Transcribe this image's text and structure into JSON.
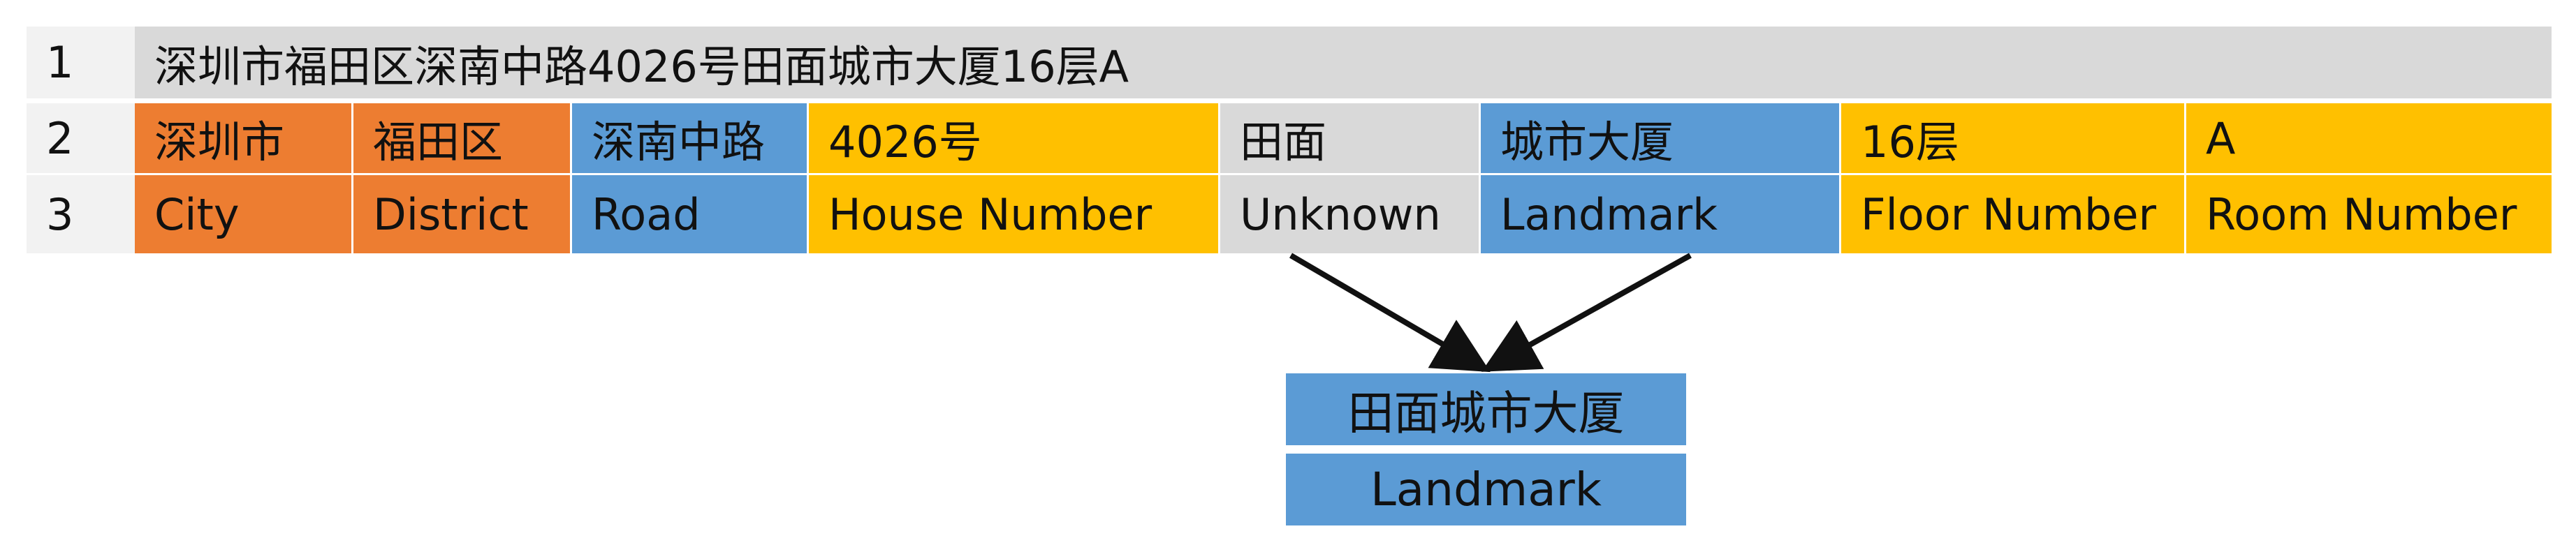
{
  "colors": {
    "city": "#ed7d31",
    "road": "#5b9bd5",
    "number": "#ffc000",
    "unknown": "#d9d9d9",
    "row_label": "#f2f2f2",
    "row1": "#d9d9d9",
    "arrow": "#111111"
  },
  "rows": {
    "row1": {
      "number": "1",
      "text": "深圳市福田区深南中路4026号田面城市大厦16层A"
    },
    "row2": {
      "number": "2",
      "cells": [
        "深圳市",
        "福田区",
        "深南中路",
        "4026号",
        "田面",
        "城市大厦",
        "16层",
        "A"
      ]
    },
    "row3": {
      "number": "3",
      "cells": [
        "City",
        "District",
        "Road",
        "House Number",
        "Unknown",
        "Landmark",
        "Floor Number",
        "Room Number"
      ]
    }
  },
  "merge": {
    "word": "田面城市大厦",
    "label": "Landmark"
  }
}
